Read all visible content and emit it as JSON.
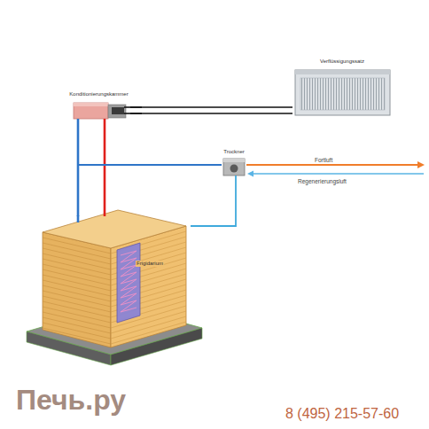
{
  "diagram": {
    "nodes": [
      {
        "text": [
          "Konditionierungskammer"
        ]
      },
      {
        "text": [
          "Verflüssigungssatz"
        ]
      },
      {
        "text": [
          "Trockner"
        ]
      },
      {
        "text": [
          "Frigidarium"
        ]
      }
    ],
    "edges": [
      {
        "from": 0,
        "to": 1,
        "arrow": "none"
      },
      {
        "from": 0,
        "to": 3,
        "arrow": "none"
      },
      {
        "from": 0,
        "to": 3,
        "arrow": "none"
      },
      {
        "from": 0,
        "to": 2,
        "arrow": "none"
      },
      {
        "from": 2,
        "to": 3,
        "arrow": "none"
      }
    ],
    "labels": [
      "Fortluft",
      "Regenerierungsluft",
      "Печь.ру",
      "8 (495) 215-57-60"
    ]
  }
}
